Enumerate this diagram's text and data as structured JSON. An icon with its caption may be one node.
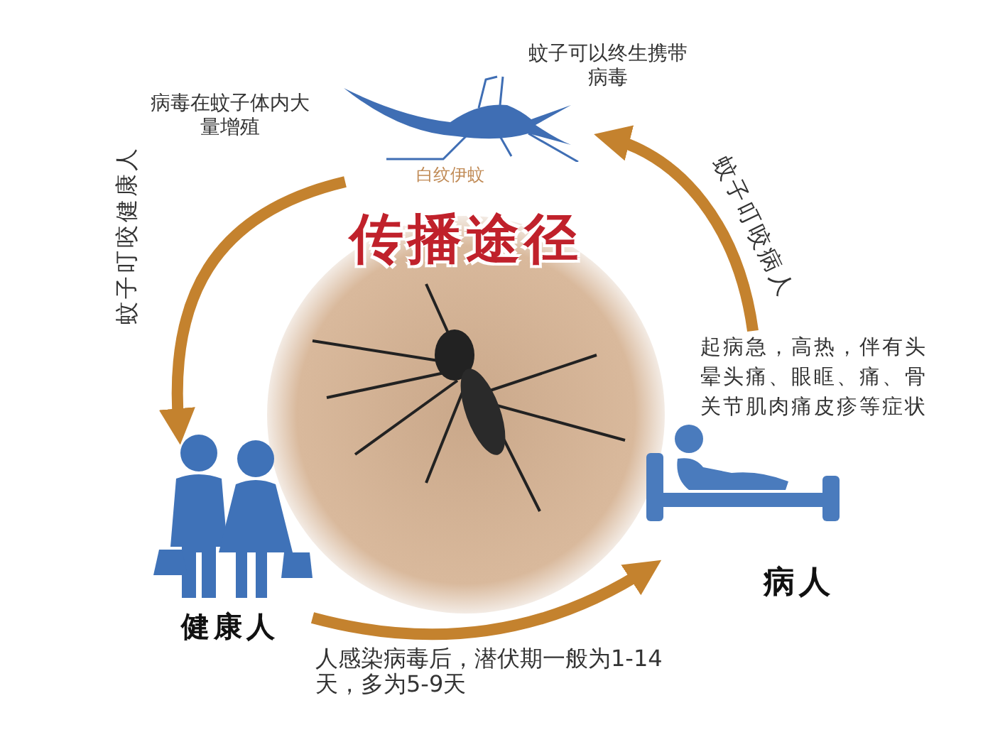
{
  "diagram": {
    "title": "传播途径",
    "nodes": [
      {
        "text": [],
        "shape": "picture",
        "beside": [
          "白纹伊蚊"
        ]
      },
      {
        "text": [
          "健康人"
        ]
      },
      {
        "text": [
          "病人"
        ],
        "beside": [
          "起病急，高热，伴有头晕头痛、眼眶、痛、骨关节肌肉痛皮疹等症状"
        ]
      }
    ],
    "edges": [
      {
        "from": 0,
        "to": 1,
        "arrow": "to",
        "label": "蚊子叮咬健康人"
      },
      {
        "from": 1,
        "to": 2,
        "arrow": "to",
        "label": "人感染病毒后，潜伏期一般为1-14天，多为5-9天"
      },
      {
        "from": 2,
        "to": 0,
        "arrow": "to",
        "label": "蚊子叮咬病人"
      }
    ],
    "labels": [
      "病毒在蚊子体内大量增殖",
      "蚊子可以终生携带病毒"
    ]
  }
}
